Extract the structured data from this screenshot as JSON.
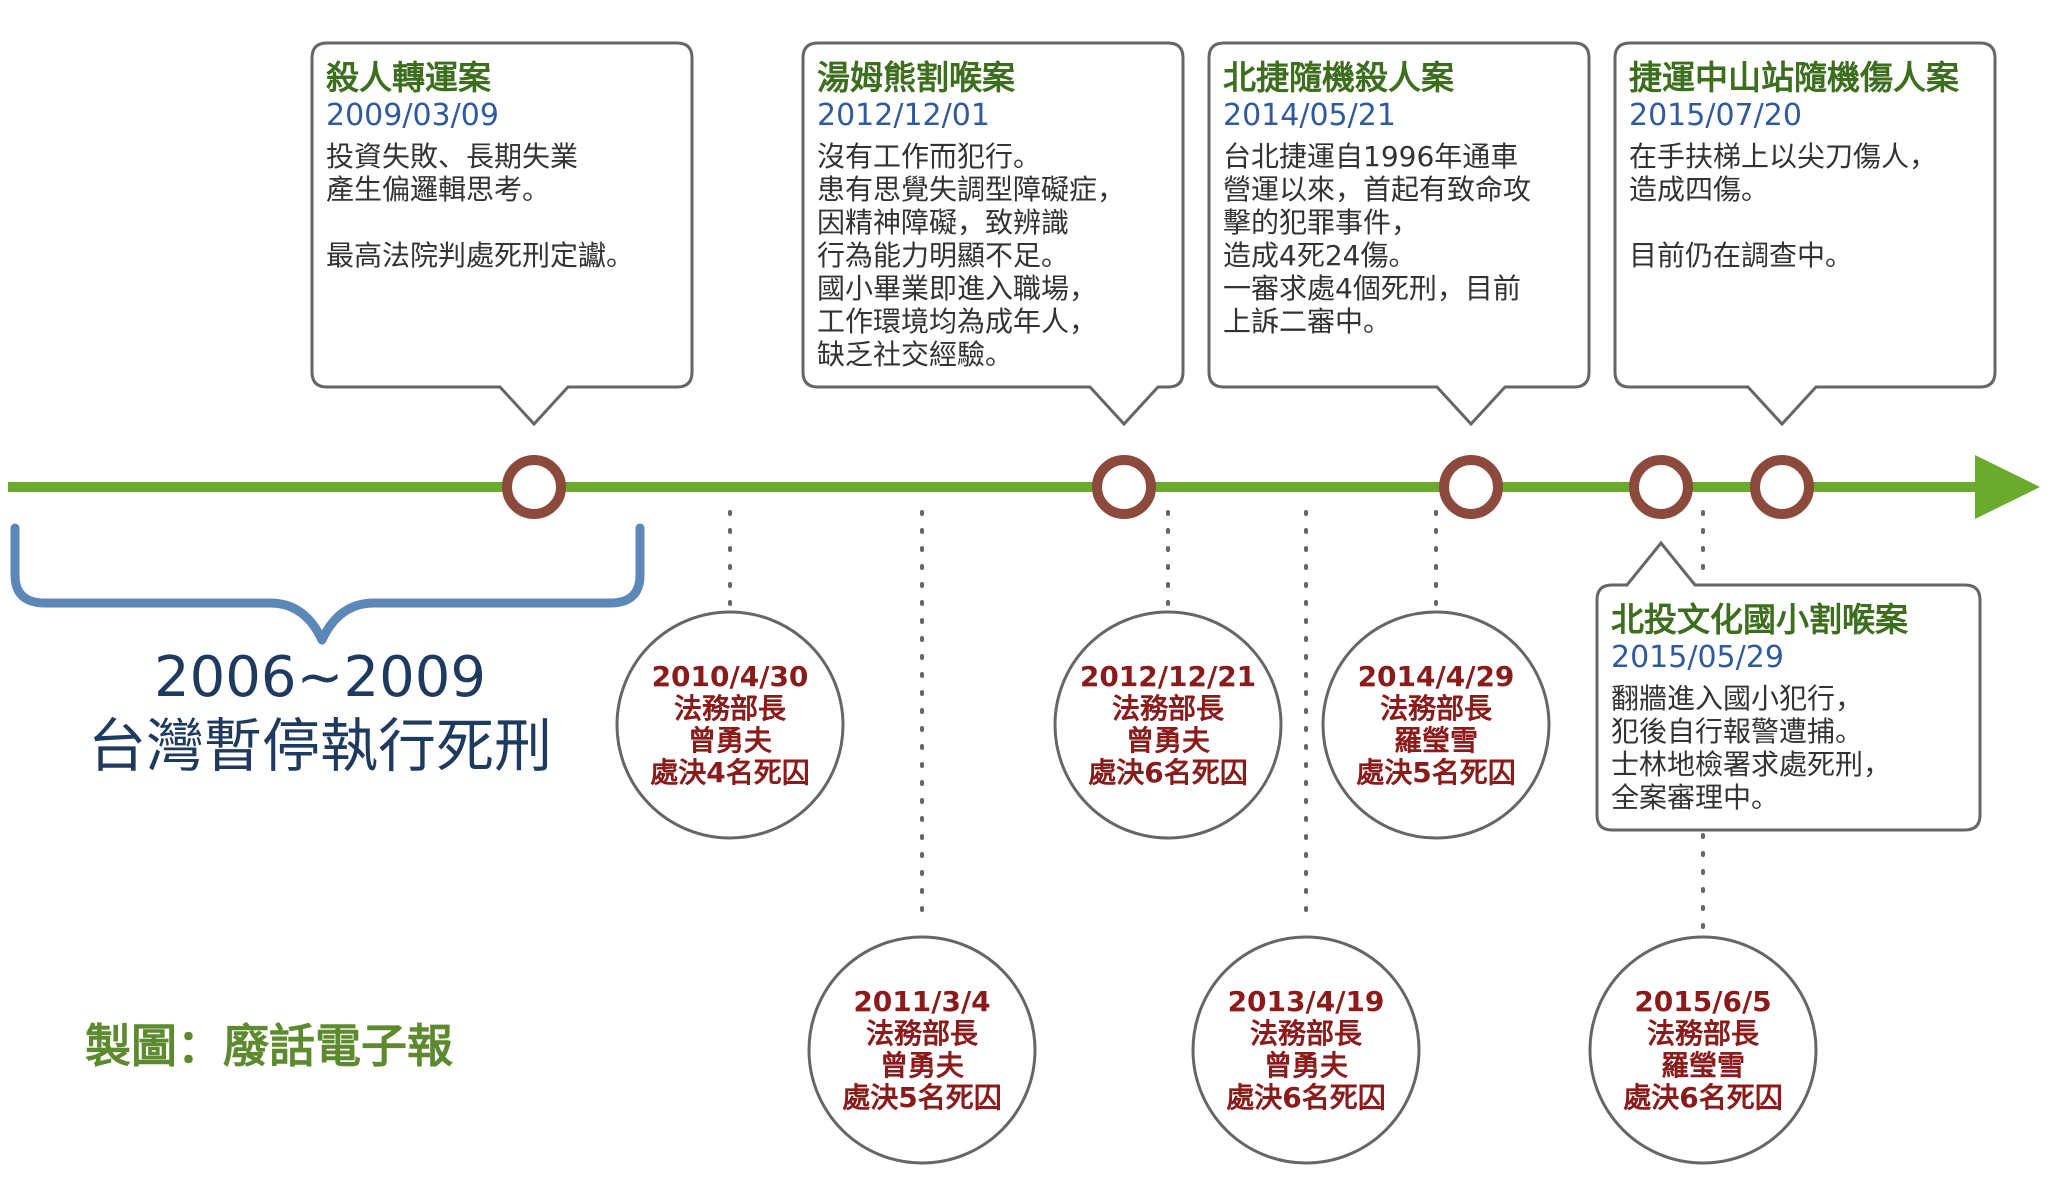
{
  "period": {
    "range": "2006~2009",
    "text": "台灣暫停執行死刑"
  },
  "credit": "製圖：廢話電子報",
  "cases": [
    {
      "title": "殺人轉運案",
      "date": "2009/03/09",
      "desc": "投資失敗、長期失業\n產生偏邏輯思考。\n\n最高法院判處死刑定讞。"
    },
    {
      "title": "湯姆熊割喉案",
      "date": "2012/12/01",
      "desc": "沒有工作而犯行。\n患有思覺失調型障礙症，\n因精神障礙，致辨識\n行為能力明顯不足。\n國小畢業即進入職場，\n工作環境均為成年人，\n缺乏社交經驗。"
    },
    {
      "title": "北捷隨機殺人案",
      "date": "2014/05/21",
      "desc": "台北捷運自1996年通車\n營運以來，首起有致命攻\n擊的犯罪事件，\n造成4死24傷。\n一審求處4個死刑，目前\n上訴二審中。"
    },
    {
      "title": "捷運中山站隨機傷人案",
      "date": "2015/07/20",
      "desc": "在手扶梯上以尖刀傷人，\n造成四傷。\n\n目前仍在調查中。"
    },
    {
      "title": "北投文化國小割喉案",
      "date": "2015/05/29",
      "desc": "翻牆進入國小犯行，\n犯後自行報警遭捕。\n士林地檢署求處死刑，\n全案審理中。"
    }
  ],
  "executions": [
    {
      "date": "2010/4/30",
      "role": "法務部長",
      "minister": "曾勇夫",
      "result": "處決4名死囚"
    },
    {
      "date": "2011/3/4",
      "role": "法務部長",
      "minister": "曾勇夫",
      "result": "處決5名死囚"
    },
    {
      "date": "2012/12/21",
      "role": "法務部長",
      "minister": "曾勇夫",
      "result": "處決6名死囚"
    },
    {
      "date": "2013/4/19",
      "role": "法務部長",
      "minister": "曾勇夫",
      "result": "處決6名死囚"
    },
    {
      "date": "2014/4/29",
      "role": "法務部長",
      "minister": "羅瑩雪",
      "result": "處決5名死囚"
    },
    {
      "date": "2015/6/5",
      "role": "法務部長",
      "minister": "羅瑩雪",
      "result": "處決6名死囚"
    }
  ],
  "colors": {
    "timeline": "#6aab2e",
    "marker": "#8b4a3c",
    "bracket": "#5b88b8",
    "case_title": "#3c6e1e",
    "case_date": "#2f5a9e",
    "execution_text": "#8b1a1a",
    "credit": "#5d8a2e"
  }
}
